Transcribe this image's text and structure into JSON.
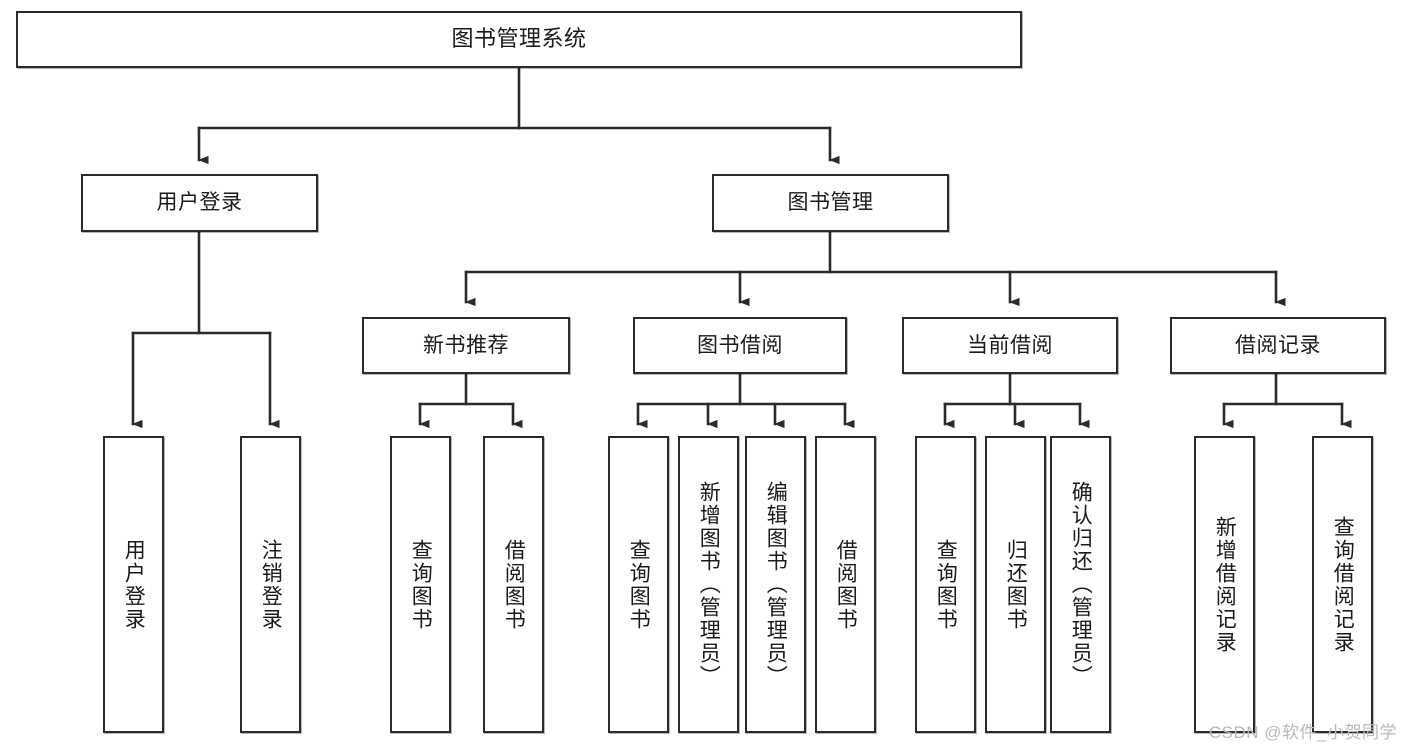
{
  "diagram": {
    "title": "图书管理系统",
    "type": "tree-hierarchy-diagram",
    "watermark": "CSDN @软件_小贺同学",
    "colors": {
      "box_border": "#2b2b2b",
      "box_fill": "#ffffff",
      "connector": "#2b2b2b",
      "text": "#1a1a1a",
      "watermark": "#b9b9b9",
      "background": "#ffffff"
    },
    "levels": {
      "root": {
        "label": "图书管理系统"
      },
      "level2": [
        {
          "id": "user-login",
          "label": "用户登录"
        },
        {
          "id": "book-management",
          "label": "图书管理"
        }
      ],
      "level3": [
        {
          "id": "new-book-recommend",
          "label": "新书推荐",
          "parent": "book-management"
        },
        {
          "id": "book-borrow",
          "label": "图书借阅",
          "parent": "book-management"
        },
        {
          "id": "current-borrow",
          "label": "当前借阅",
          "parent": "book-management"
        },
        {
          "id": "borrow-record",
          "label": "借阅记录",
          "parent": "book-management"
        }
      ],
      "leaves": {
        "user-login": [
          {
            "id": "leaf-user-login",
            "label": "用户登录"
          },
          {
            "id": "leaf-logout-login",
            "label": "注销登录"
          }
        ],
        "new-book-recommend": [
          {
            "id": "leaf-query-book-1",
            "label": "查询图书"
          },
          {
            "id": "leaf-borrow-book-1",
            "label": "借阅图书"
          }
        ],
        "book-borrow": [
          {
            "id": "leaf-query-book-2",
            "label": "查询图书"
          },
          {
            "id": "leaf-add-book",
            "label": "新增图书（管理员）"
          },
          {
            "id": "leaf-edit-book",
            "label": "编辑图书（管理员）"
          },
          {
            "id": "leaf-borrow-book-2",
            "label": "借阅图书"
          }
        ],
        "current-borrow": [
          {
            "id": "leaf-query-book-3",
            "label": "查询图书"
          },
          {
            "id": "leaf-return-book",
            "label": "归还图书"
          },
          {
            "id": "leaf-confirm-return",
            "label": "确认归还（管理员）"
          }
        ],
        "borrow-record": [
          {
            "id": "leaf-add-record",
            "label": "新增借阅记录"
          },
          {
            "id": "leaf-query-record",
            "label": "查询借阅记录"
          }
        ]
      }
    }
  }
}
